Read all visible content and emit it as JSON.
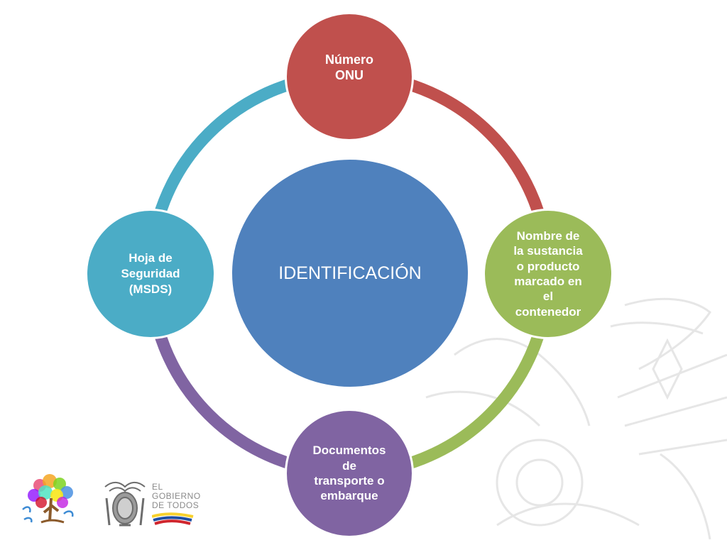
{
  "center": {
    "label": "IDENTIFICACIÓN"
  },
  "nodes": [
    {
      "id": "top",
      "lines": [
        "Número",
        "ONU"
      ]
    },
    {
      "id": "right",
      "lines": [
        "Nombre de",
        "la sustancia",
        "o producto",
        "marcado en",
        "el",
        "contenedor"
      ]
    },
    {
      "id": "bottom",
      "lines": [
        "Documentos",
        "de",
        "transporte o",
        "embarque"
      ]
    },
    {
      "id": "left",
      "lines": [
        "Hoja de",
        "Seguridad",
        "(MSDS)"
      ]
    }
  ],
  "footer": {
    "gov_lines": [
      "EL",
      "GOBIERNO",
      "DE TODOS"
    ]
  },
  "colors": {
    "center": "#4f81bd",
    "top": "#c0504d",
    "right": "#9bbb59",
    "bottom": "#8064a2",
    "left": "#4bacc6"
  },
  "icons": [
    "toda-una-vida-tree-logo",
    "ecuador-coat-of-arms-icon",
    "ecuador-coat-of-arms-watermark"
  ]
}
